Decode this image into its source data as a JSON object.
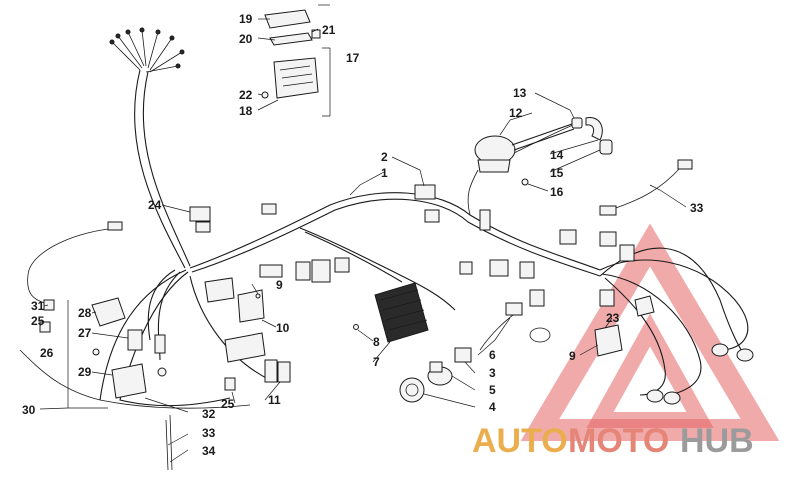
{
  "diagram": {
    "callouts": [
      "1",
      "2",
      "3",
      "4",
      "5",
      "6",
      "7",
      "8",
      "9",
      "10",
      "11",
      "12",
      "13",
      "14",
      "15",
      "16",
      "17",
      "18",
      "19",
      "20",
      "21",
      "22",
      "23",
      "24",
      "25",
      "26",
      "27",
      "28",
      "29",
      "30",
      "31",
      "32",
      "33",
      "34"
    ],
    "extra_callouts": {
      "nine_b": "9",
      "twentyfive_b": "25",
      "thirtythree_b": "33"
    }
  },
  "watermark": {
    "part_auto": "AUTO",
    "part_moto": "MOTO",
    "part_hub": "HUB",
    "colors": {
      "auto": "#e8a030",
      "moto": "#e07060",
      "hub": "#8a8a8a",
      "triangle": "#e04848"
    }
  }
}
